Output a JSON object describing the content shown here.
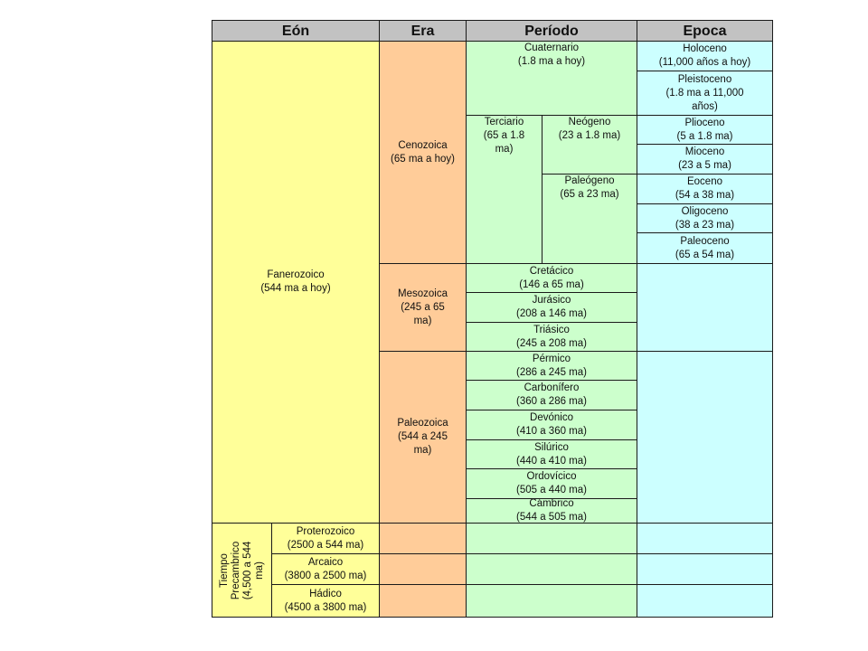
{
  "headers": {
    "eon": "Eón",
    "era": "Era",
    "periodo": "Período",
    "epoca": "Epoca"
  },
  "eons": {
    "fanerozoico": {
      "name": "Fanerozoico",
      "range": "(544 ma a hoy)"
    },
    "precambrico": {
      "line1": "Tiempo",
      "line2": "Precambrico",
      "line3": "(4,500 a 544",
      "line4": "ma)"
    }
  },
  "eras": {
    "cenozoica": {
      "name": "Cenozoica",
      "range": "(65 ma a hoy)"
    },
    "mesozoica": {
      "name": "Mesozoica",
      "range1": "(245 a 65",
      "range2": "ma)"
    },
    "paleozoica": {
      "name": "Paleozoica",
      "range1": "(544 a 245",
      "range2": "ma)"
    },
    "proterozoico": {
      "name": "Proterozoico",
      "range": "(2500 a 544 ma)"
    },
    "arcaico": {
      "name": "Arcaico",
      "range": "(3800 a 2500 ma)"
    },
    "hadico": {
      "name": "Hádico",
      "range": "(4500 a 3800 ma)"
    }
  },
  "periods": {
    "cuaternario": {
      "name": "Cuaternario",
      "range": "(1.8 ma a hoy)"
    },
    "terciario": {
      "name": "Terciario",
      "range1": "(65 a 1.8",
      "range2": "ma)"
    },
    "neogeno": {
      "name": "Neógeno",
      "range": "(23 a 1.8 ma)"
    },
    "paleogeno": {
      "name": "Paleógeno",
      "range": "(65 a 23 ma)"
    },
    "cretacico": {
      "name": "Cretácico",
      "range": "(146 a 65 ma)"
    },
    "jurasico": {
      "name": "Jurásico",
      "range": "(208 a 146 ma)"
    },
    "triasico": {
      "name": "Triásico",
      "range": "(245 a 208 ma)"
    },
    "permico": {
      "name": "Pérmico",
      "range": "(286 a 245 ma)"
    },
    "carbonifero": {
      "name": "Carbonífero",
      "range": "(360 a 286 ma)"
    },
    "devonico": {
      "name": "Devónico",
      "range": "(410 a 360 ma)"
    },
    "silurico": {
      "name": "Silúrico",
      "range": "(440 a 410 ma)"
    },
    "ordovicico": {
      "name": "Ordovícico",
      "range": "(505 a 440 ma)"
    },
    "cambrico": {
      "name": "Cámbrico",
      "range": "(544 a 505 ma)"
    }
  },
  "epochs": {
    "holoceno": {
      "name": "Holoceno",
      "range": "(11,000 años a hoy)"
    },
    "pleistoceno": {
      "name": "Pleistoceno",
      "range1": "(1.8 ma a 11,000",
      "range2": "años)"
    },
    "plioceno": {
      "name": "Plioceno",
      "range": "(5 a 1.8 ma)"
    },
    "mioceno": {
      "name": "Mioceno",
      "range": "(23 a 5 ma)"
    },
    "eoceno": {
      "name": "Eoceno",
      "range": "(54 a 38 ma)"
    },
    "oligoceno": {
      "name": "Oligoceno",
      "range": "(38 a 23 ma)"
    },
    "paleoceno": {
      "name": "Paleoceno",
      "range": "(65 a 54 ma)"
    }
  },
  "colors": {
    "eon": "#ffff99",
    "era": "#ffcc99",
    "periodo": "#ccffcc",
    "epoca": "#ccffff",
    "header": "#c2c2c2"
  }
}
